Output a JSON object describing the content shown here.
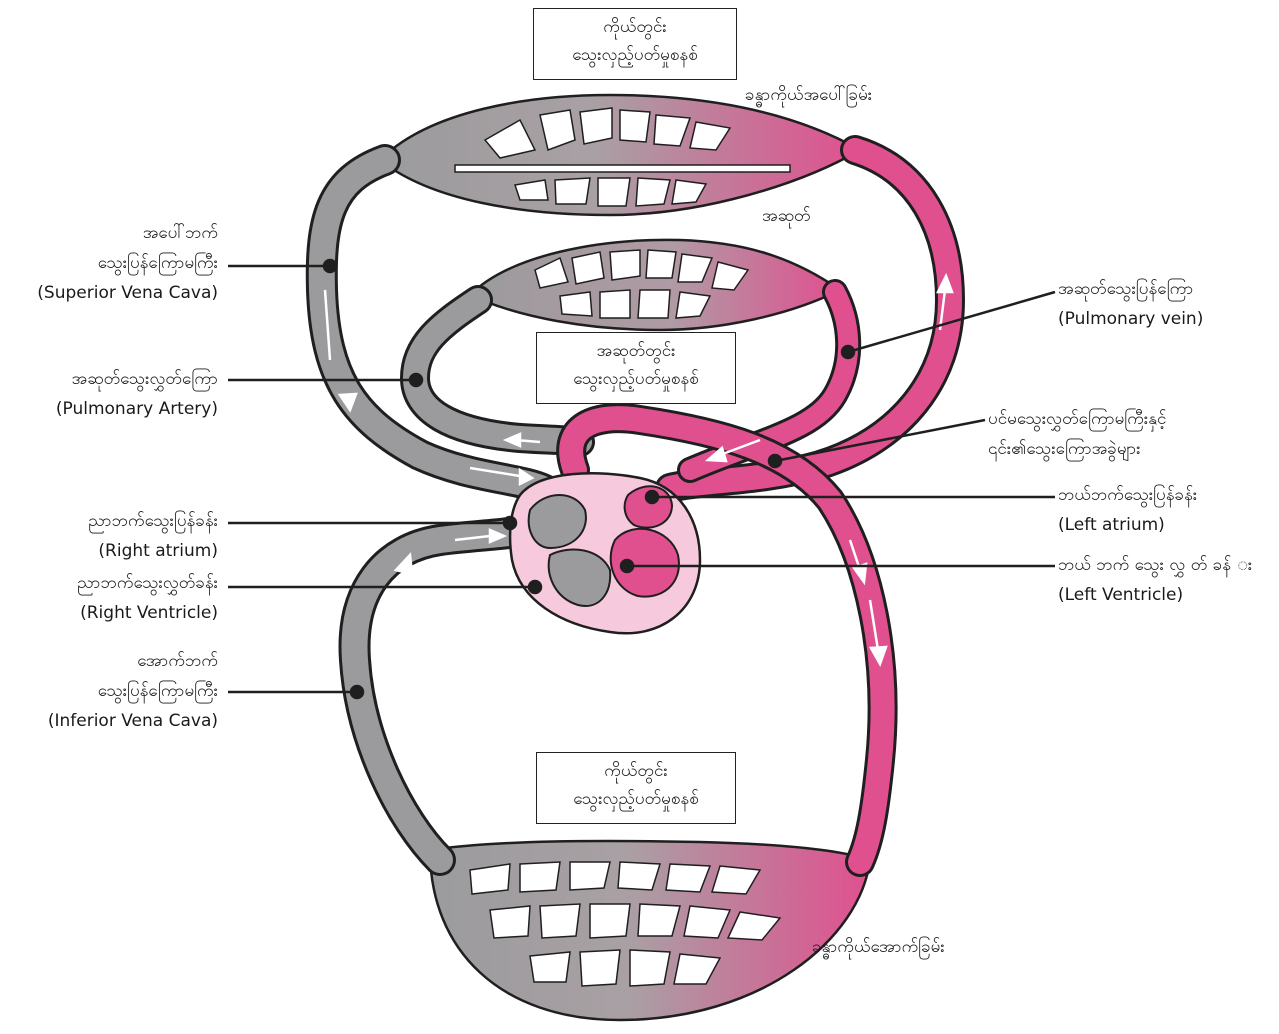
{
  "colors": {
    "deoxygenated": "#9b9b9d",
    "oxygenated": "#e0508f",
    "heart_fill": "#f7c9dc",
    "outline": "#1f1f1f"
  },
  "boxes": {
    "systemic_top": {
      "line1": "ကိုယ်တွင်း",
      "line2": "သွေးလှည့်ပတ်မှုစနစ်"
    },
    "pulmonary": {
      "line1": "အဆုတ်တွင်း",
      "line2": "သွေးလှည့်ပတ်မှုစနစ်"
    },
    "systemic_bottom": {
      "line1": "ကိုယ်တွင်း",
      "line2": "သွေးလှည့်ပတ်မှုစနစ်"
    }
  },
  "regions": {
    "upper_body": "ခန္ဓာကိုယ်အပေါ်ခြမ်း",
    "lungs": "အဆုတ်",
    "lower_body": "ခန္ဓာကိုယ်အောက်ခြမ်း"
  },
  "labels": {
    "superior_vena_cava": {
      "line1": "အပေါ်ဘက်",
      "line2": "သွေးပြန်ကြောမကြီး",
      "line3": "(Superior Vena Cava)"
    },
    "pulmonary_artery": {
      "line1": "အဆုတ်သွေးလွှတ်ကြော",
      "line2": "(Pulmonary Artery)"
    },
    "right_atrium": {
      "line1": "ညာဘက်သွေးပြန်ခန်း",
      "line2": "(Right atrium)"
    },
    "right_ventricle": {
      "line1": "ညာဘက်သွေးလွှတ်ခန်း",
      "line2": "(Right Ventricle)"
    },
    "inferior_vena_cava": {
      "line1": "အောက်ဘက်",
      "line2": "သွေးပြန်ကြောမကြီး",
      "line3": "(Inferior Vena Cava)"
    },
    "pulmonary_vein": {
      "line1": "အဆုတ်သွေးပြန်ကြော",
      "line2": "(Pulmonary vein)"
    },
    "aorta": {
      "line1": "ပင်မသွေးလွှတ်ကြောမကြီးနှင့်",
      "line2": "၎င်း၏သွေးကြောအခွဲများ"
    },
    "left_atrium": {
      "line1": "ဘယ်ဘက်သွေးပြန်ခန်း",
      "line2": "(Left atrium)"
    },
    "left_ventricle": {
      "line1": "ဘယ် ဘက် သွေး လွှ တ် ခန် း",
      "line2": "(Left Ventricle)"
    }
  }
}
